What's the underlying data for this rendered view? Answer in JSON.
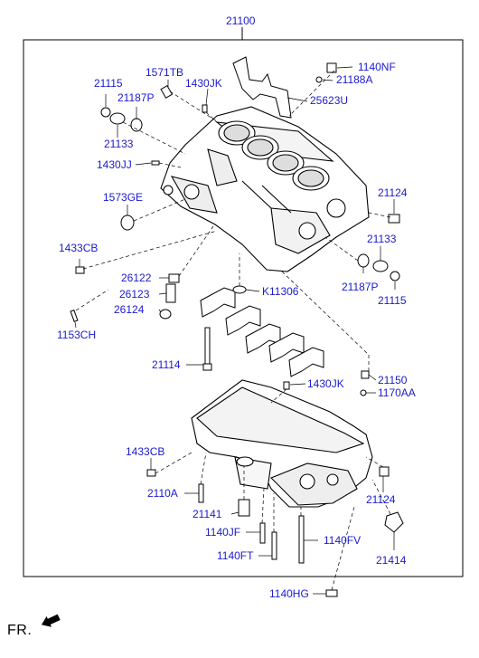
{
  "title": "21100",
  "orientation_label": "FR.",
  "parts": [
    {
      "id": "21115-tl",
      "label": "21115"
    },
    {
      "id": "1571TB",
      "label": "1571TB"
    },
    {
      "id": "1430JK-t",
      "label": "1430JK"
    },
    {
      "id": "21187P-tl",
      "label": "21187P"
    },
    {
      "id": "21133-tl",
      "label": "21133"
    },
    {
      "id": "1140NF",
      "label": "1140NF"
    },
    {
      "id": "21188A",
      "label": "21188A"
    },
    {
      "id": "25623U",
      "label": "25623U"
    },
    {
      "id": "1430JJ",
      "label": "1430JJ"
    },
    {
      "id": "1573GE",
      "label": "1573GE"
    },
    {
      "id": "21124-r",
      "label": "21124"
    },
    {
      "id": "1433CB-l",
      "label": "1433CB"
    },
    {
      "id": "21133-r",
      "label": "21133"
    },
    {
      "id": "21187P-r",
      "label": "21187P"
    },
    {
      "id": "21115-r",
      "label": "21115"
    },
    {
      "id": "26122",
      "label": "26122"
    },
    {
      "id": "26123",
      "label": "26123"
    },
    {
      "id": "26124",
      "label": "26124"
    },
    {
      "id": "K11306",
      "label": "K11306"
    },
    {
      "id": "1153CH",
      "label": "1153CH"
    },
    {
      "id": "21114",
      "label": "21114"
    },
    {
      "id": "1430JK-m",
      "label": "1430JK"
    },
    {
      "id": "21150",
      "label": "21150"
    },
    {
      "id": "1170AA",
      "label": "1170AA"
    },
    {
      "id": "1433CB-b",
      "label": "1433CB"
    },
    {
      "id": "2110A",
      "label": "2110A"
    },
    {
      "id": "21124-b",
      "label": "21124"
    },
    {
      "id": "21141",
      "label": "21141"
    },
    {
      "id": "1140JF",
      "label": "1140JF"
    },
    {
      "id": "1140FV",
      "label": "1140FV"
    },
    {
      "id": "1140FT",
      "label": "1140FT"
    },
    {
      "id": "21414",
      "label": "21414"
    },
    {
      "id": "1140HG",
      "label": "1140HG"
    }
  ]
}
